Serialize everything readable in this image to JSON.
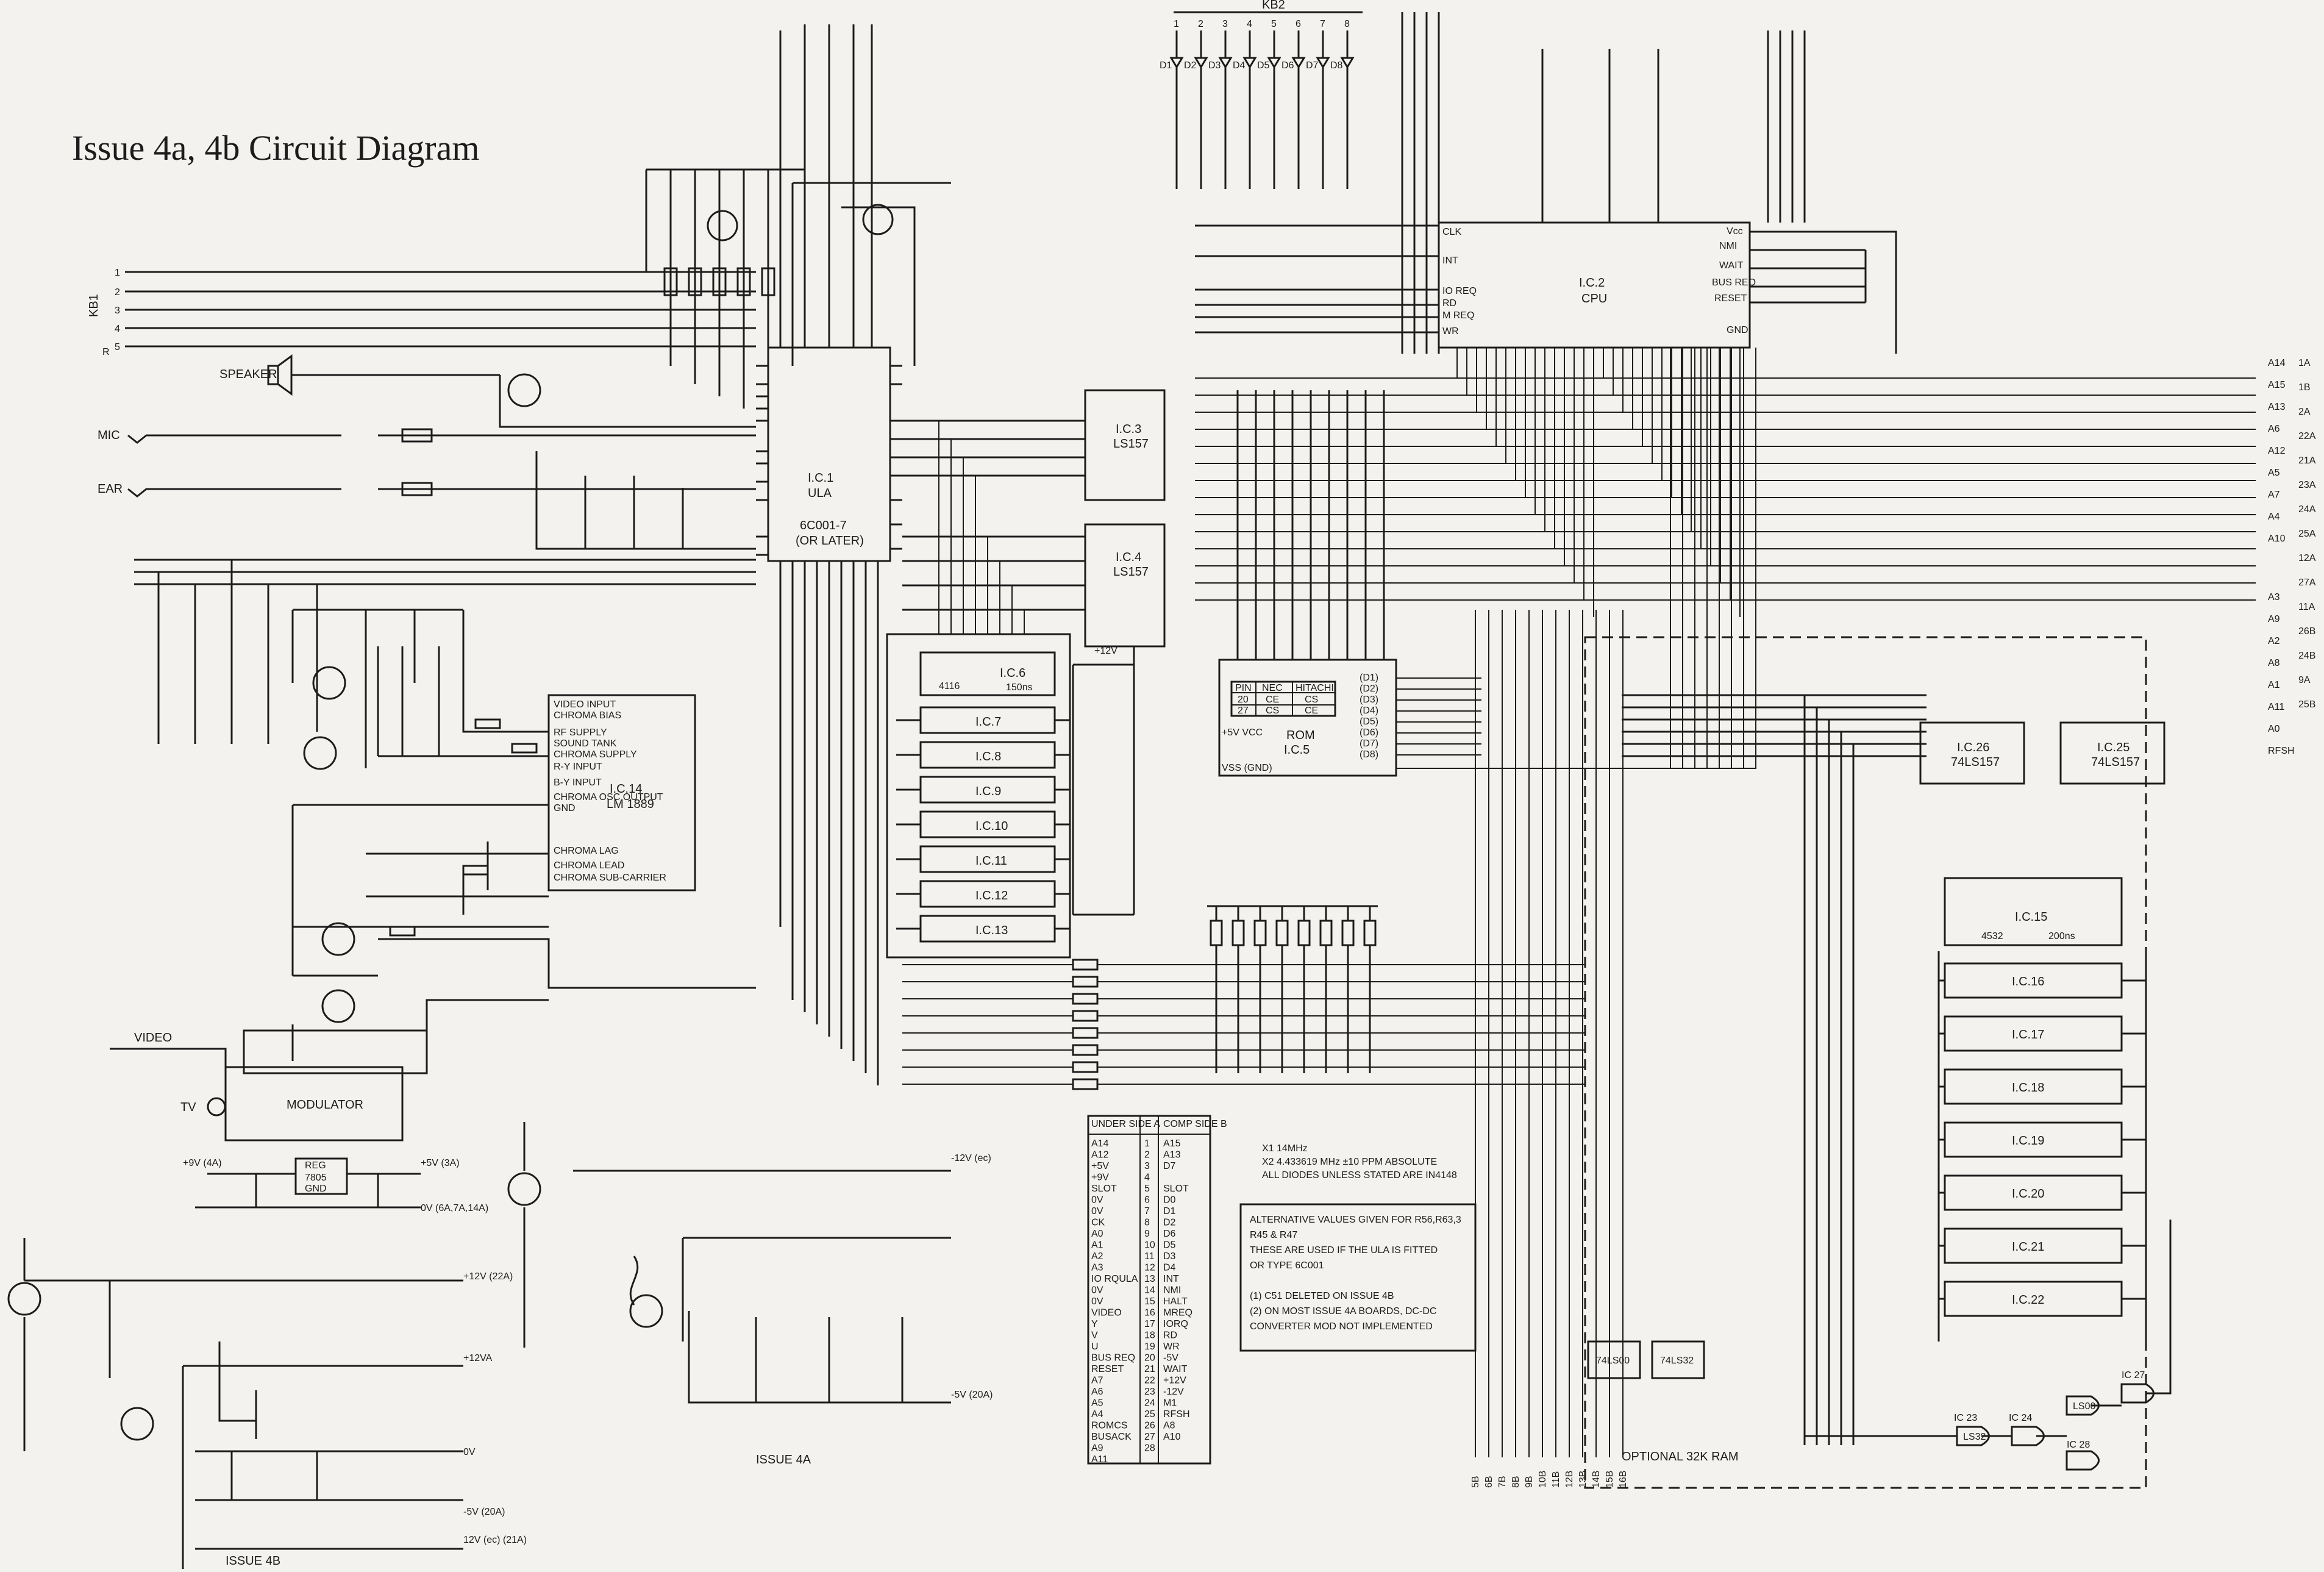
{
  "title": "Issue 4a, 4b Circuit Diagram",
  "keyboard_lines": [
    "KB1",
    "1",
    "2",
    "3",
    "4",
    "5",
    "R"
  ],
  "keyboard_bus": {
    "label": "KB2",
    "pins": [
      "1",
      "2",
      "3",
      "4",
      "5",
      "6",
      "7",
      "8"
    ],
    "diodes": [
      "D1",
      "D2",
      "D3",
      "D4",
      "D5",
      "D6",
      "D7",
      "D8"
    ]
  },
  "ics": {
    "ula": {
      "lines": [
        "I.C.1",
        "ULA",
        "6C001-7",
        "(OR LATER)"
      ]
    },
    "cpu": {
      "lines": [
        "I.C.2",
        "CPU"
      ]
    },
    "ic3": {
      "lines": [
        "I.C.3",
        "LS157"
      ]
    },
    "ic4": {
      "lines": [
        "I.C.4",
        "LS157"
      ]
    },
    "rom": {
      "lines": [
        "ROM",
        "I.C.5"
      ]
    },
    "ic6": {
      "lines": [
        "I.C.6",
        "4116",
        "150ns"
      ]
    },
    "ic14": {
      "lines": [
        "I.C.14",
        "LM 1889"
      ]
    },
    "ic15": {
      "lines": [
        "I.C.15",
        "4532",
        "200ns"
      ]
    },
    "ic25": {
      "lines": [
        "I.C.25",
        "74LS157"
      ]
    },
    "ic26": {
      "lines": [
        "I.C.26",
        "74LS157"
      ]
    },
    "reg": {
      "lines": [
        "REG",
        "7805",
        "GND"
      ]
    }
  },
  "ram_blocks": [
    "I.C.7",
    "I.C.8",
    "I.C.9",
    "I.C.10",
    "I.C.11",
    "I.C.12",
    "I.C.13"
  ],
  "upper_ram_blocks": [
    "I.C.16",
    "I.C.17",
    "I.C.18",
    "I.C.19",
    "I.C.20",
    "I.C.21",
    "I.C.22"
  ],
  "optional_ram_label": "OPTIONAL  32K RAM",
  "left_labels": {
    "speaker": "SPEAKER",
    "mic": "MIC",
    "ear": "EAR",
    "video": "VIDEO",
    "tv": "TV",
    "modulator": "MODULATOR",
    "issue_4a": "ISSUE 4A",
    "issue_4b": "ISSUE 4B"
  },
  "ic14_pins": [
    "VIDEO INPUT",
    "CHROMA BIAS",
    "RF SUPPLY",
    "SOUND TANK",
    "CHROMA SUPPLY",
    "R-Y INPUT",
    "B-Y INPUT",
    "CHROMA OSC OUTPUT",
    "GND",
    "CHROMA LAG",
    "CHROMA LEAD",
    "CHROMA SUB-CARRIER"
  ],
  "cpu_signals": [
    "CLK",
    "INT",
    "IO REQ",
    "RD",
    "M REQ",
    "WR",
    "NMI",
    "WAIT",
    "BUS REQ",
    "RESET",
    "GND",
    "Vcc"
  ],
  "rom_table": {
    "headers": [
      "PIN",
      "NEC",
      "HITACHI"
    ],
    "rows": [
      [
        "20",
        "CE",
        "CS"
      ],
      [
        "27",
        "CS",
        "CE"
      ]
    ],
    "vcc": "+5V VCC",
    "gnd": "VSS (GND)",
    "outputs": [
      "(D1)",
      "(D2)",
      "(D3)",
      "(D4)",
      "(D5)",
      "(D6)",
      "(D7)",
      "(D8)"
    ]
  },
  "edge_table": {
    "headers": [
      "UNDER SIDE A",
      "",
      "COMP SIDE B"
    ],
    "rows": [
      [
        "A14",
        "1",
        "A15"
      ],
      [
        "A12",
        "2",
        "A13"
      ],
      [
        "+5V",
        "3",
        "D7"
      ],
      [
        "+9V",
        "4",
        ""
      ],
      [
        "SLOT",
        "5",
        "SLOT"
      ],
      [
        "0V",
        "6",
        "D0"
      ],
      [
        "0V",
        "7",
        "D1"
      ],
      [
        "CK",
        "8",
        "D2"
      ],
      [
        "A0",
        "9",
        "D6"
      ],
      [
        "A1",
        "10",
        "D5"
      ],
      [
        "A2",
        "11",
        "D3"
      ],
      [
        "A3",
        "12",
        "D4"
      ],
      [
        "IO RQULA",
        "13",
        "INT"
      ],
      [
        "0V",
        "14",
        "NMI"
      ],
      [
        "0V",
        "15",
        "HALT"
      ],
      [
        "VIDEO",
        "16",
        "MREQ"
      ],
      [
        "Y",
        "17",
        "IORQ"
      ],
      [
        "V",
        "18",
        "RD"
      ],
      [
        "U",
        "19",
        "WR"
      ],
      [
        "BUS REQ",
        "20",
        "-5V"
      ],
      [
        "RESET",
        "21",
        "WAIT"
      ],
      [
        "A7",
        "22",
        "+12V"
      ],
      [
        "A6",
        "23",
        "-12V"
      ],
      [
        "A5",
        "24",
        "M1"
      ],
      [
        "A4",
        "25",
        "RFSH"
      ],
      [
        "ROMCS",
        "26",
        "A8"
      ],
      [
        "BUSACK",
        "27",
        "A10"
      ],
      [
        "A9",
        "28",
        ""
      ],
      [
        "A11",
        "",
        ""
      ]
    ]
  },
  "notes": [
    "X1   14MHz",
    "X2   4.433619 MHz ±10 PPM ABSOLUTE",
    "ALL DIODES UNLESS STATED ARE IN4148"
  ],
  "notes_box": [
    "ALTERNATIVE VALUES GIVEN FOR R56,R63,3",
    "R45 & R47",
    "THESE ARE USED IF THE ULA IS FITTED",
    "OR TYPE 6C001",
    "",
    "(1) C51 DELETED ON ISSUE 4B",
    "(2) ON MOST ISSUE 4A BOARDS, DC-DC",
    "    CONVERTER MOD NOT IMPLEMENTED"
  ],
  "edge_right": [
    "1A",
    "1B",
    "2A",
    "22A",
    "21A",
    "23A",
    "24A",
    "25A",
    "12A",
    "27A",
    "11A",
    "26B",
    "24B",
    "9A",
    "25B"
  ],
  "addr_right": [
    "A14",
    "A15",
    "A13",
    "A6",
    "A12",
    "A5",
    "A7",
    "A4",
    "A10",
    "A3",
    "A9",
    "A2",
    "A8",
    "A1",
    "A11",
    "A0",
    "RFSH"
  ],
  "power_labels": [
    "+5V (3A)",
    "0V (6A,7A,14A)",
    "+12V (22A)",
    "+12VA",
    "-5V (20A)",
    "-12V (ec)",
    "-5V (20A)",
    "12V (ec) (21A)",
    "+9V (4A)",
    "0V"
  ],
  "bottom_pins": [
    "5B",
    "6B",
    "7B",
    "8B",
    "9B",
    "10B",
    "11B",
    "12B",
    "13B",
    "14B",
    "15B",
    "16B"
  ],
  "misc_chips": [
    "74LS00",
    "74LS32",
    "IC 23",
    "IC 24",
    "IC 27",
    "IC 28",
    "LS32",
    "LS00"
  ]
}
